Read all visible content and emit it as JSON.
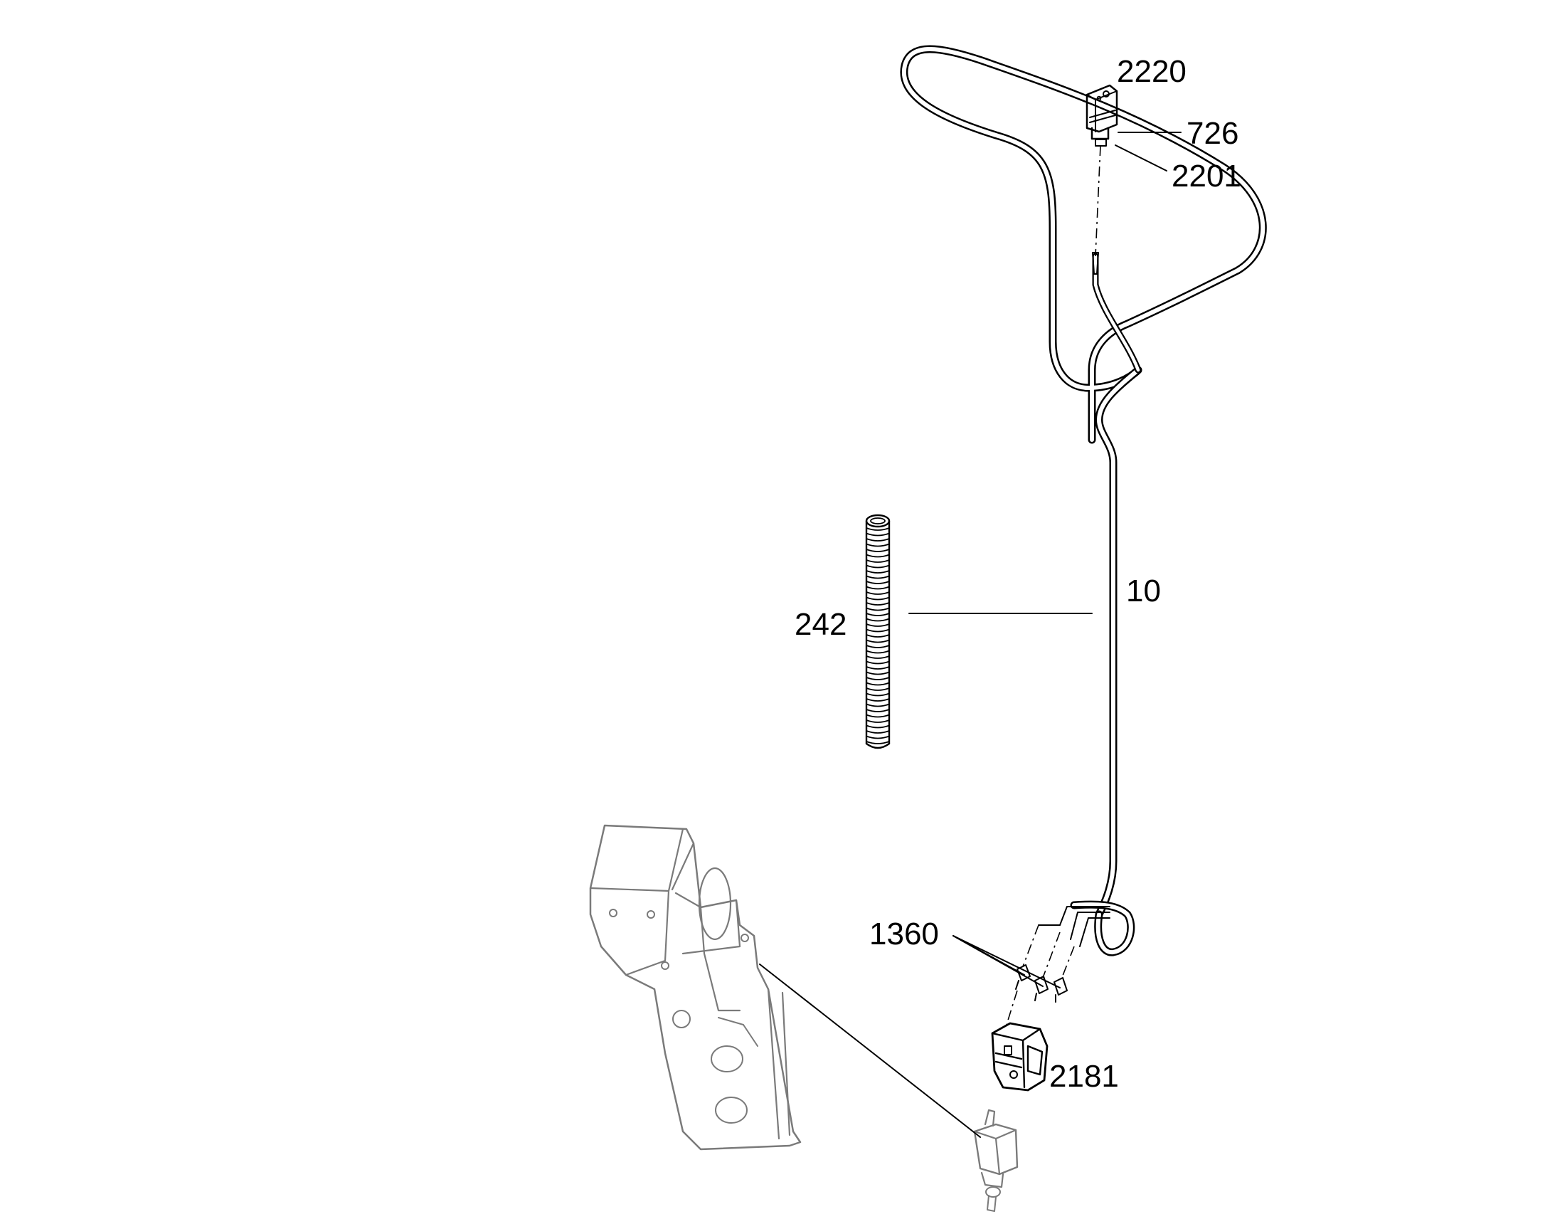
{
  "callouts": {
    "harness": "10",
    "conduit": "242",
    "connector_top": "2220",
    "terminal_726": "726",
    "terminal_2201": "2201",
    "terminals_1360": "1360",
    "connector_bottom": "2181"
  }
}
